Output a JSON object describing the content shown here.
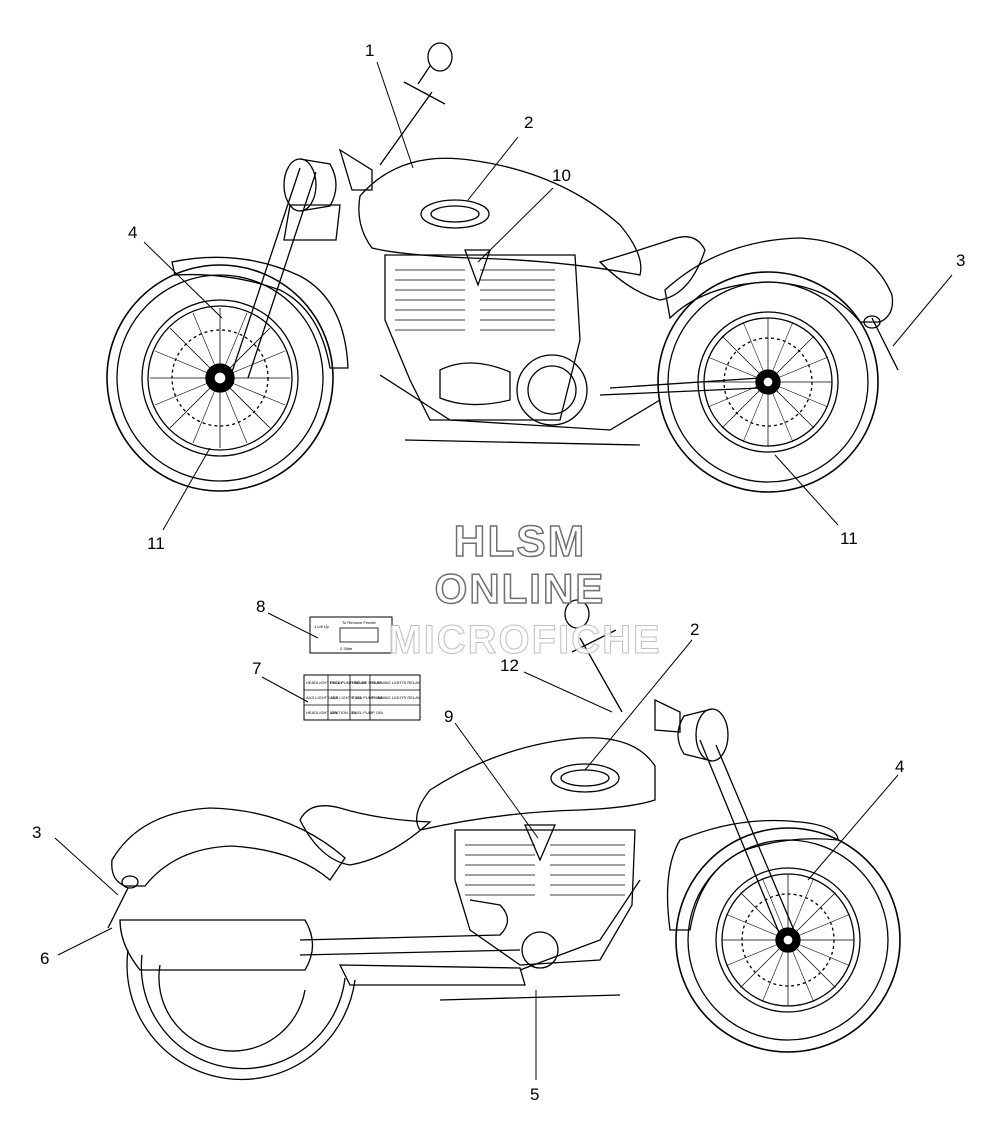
{
  "watermark": {
    "line1": "HLSM",
    "line2": "ONLINE",
    "line3": "MICROFICHE"
  },
  "callouts": {
    "top": [
      {
        "id": "top-1",
        "label": "1"
      },
      {
        "id": "top-2",
        "label": "2"
      },
      {
        "id": "top-10",
        "label": "10"
      },
      {
        "id": "top-4",
        "label": "4"
      },
      {
        "id": "top-3",
        "label": "3"
      },
      {
        "id": "top-11-left",
        "label": "11"
      },
      {
        "id": "top-11-right",
        "label": "11"
      }
    ],
    "bottom": [
      {
        "id": "bot-8",
        "label": "8"
      },
      {
        "id": "bot-7",
        "label": "7"
      },
      {
        "id": "bot-2",
        "label": "2"
      },
      {
        "id": "bot-12",
        "label": "12"
      },
      {
        "id": "bot-9",
        "label": "9"
      },
      {
        "id": "bot-4",
        "label": "4"
      },
      {
        "id": "bot-3",
        "label": "3"
      },
      {
        "id": "bot-6",
        "label": "6"
      },
      {
        "id": "bot-5",
        "label": "5"
      }
    ]
  },
  "decal_8": {
    "line1": "To Remove Fender",
    "line2": "1 Lift Up",
    "line3": "2 Slide"
  },
  "decal_7": {
    "cells": [
      "HEADLIGHT RELAY",
      "FUEL PUMP RELAY",
      "ENGINE RELAY",
      "RUNNING LIGHTS RELAY",
      "AUX LIGHTS 15A",
      "AUX LIGHTS 15A",
      "FUEL PUMP 15A",
      "RUNNING LIGHTS RELAY",
      "HEADLIGHT 15A",
      "IGNITION 15A",
      "FUEL PUMP 15A",
      ""
    ]
  },
  "colors": {
    "line": "#000000",
    "watermark_outline": "#6f6f6f"
  }
}
